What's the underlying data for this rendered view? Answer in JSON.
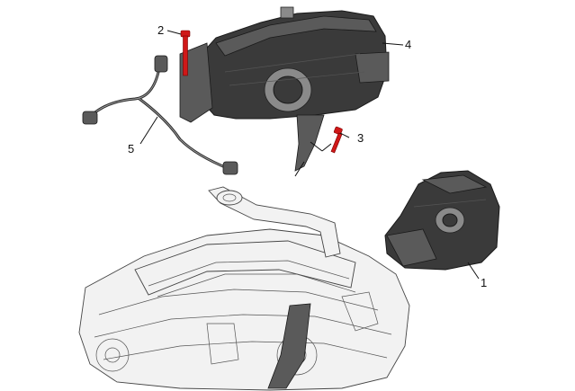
{
  "diagram": {
    "callouts": [
      {
        "id": "1",
        "label": "1"
      },
      {
        "id": "2",
        "label": "2"
      },
      {
        "id": "3",
        "label": "3"
      },
      {
        "id": "4",
        "label": "4"
      },
      {
        "id": "5",
        "label": "5"
      }
    ],
    "colors": {
      "bolt": "#d01818",
      "part": "#3a3a3a",
      "engine": "#f2f2f2"
    }
  }
}
